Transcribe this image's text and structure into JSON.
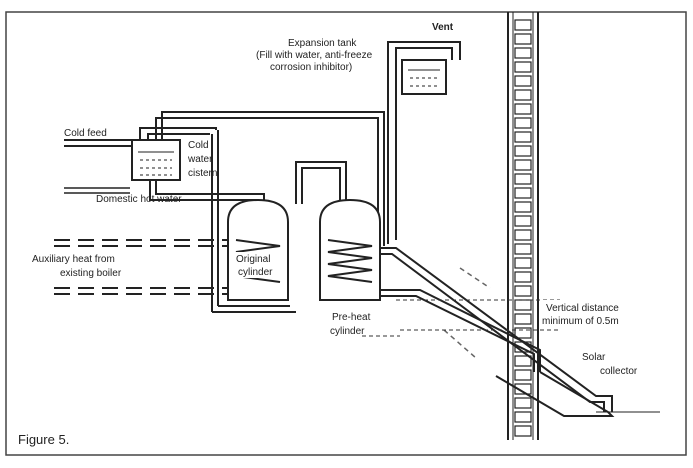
{
  "diagram": {
    "figure_caption": "Figure 5.",
    "labels": {
      "vent": "Vent",
      "expansion_tank_line1": "Expansion tank",
      "expansion_tank_line2": "(Fill with water, anti-freeze",
      "expansion_tank_line3": "corrosion inhibitor)",
      "cold_feed": "Cold feed",
      "cold_water_cistern_line1": "Cold",
      "cold_water_cistern_line2": "water",
      "cold_water_cistern_line3": "cistern",
      "domestic_hot_water": "Domestic hot water",
      "auxiliary_heat_line1": "Auxiliary heat from",
      "auxiliary_heat_line2": "existing boiler",
      "original_cylinder_line1": "Original",
      "original_cylinder_line2": "cylinder",
      "preheat_cylinder_line1": "Pre-heat",
      "preheat_cylinder_line2": "cylinder",
      "vertical_distance_line1": "Vertical distance",
      "vertical_distance_line2": "minimum of 0.5m",
      "solar_collector_line1": "Solar",
      "solar_collector_line2": "collector"
    }
  }
}
